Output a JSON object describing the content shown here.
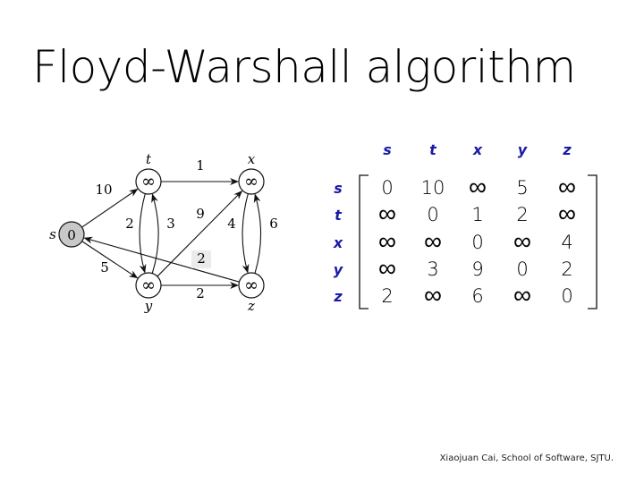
{
  "slide": {
    "title": "Floyd-Warshall algorithm",
    "credit": "Xiaojuan Cai, School of Software, SJTU."
  },
  "graph": {
    "nodes": [
      {
        "id": "s",
        "label": "s",
        "value": "0",
        "shaded": true
      },
      {
        "id": "t",
        "label": "t",
        "value": "∞",
        "shaded": false
      },
      {
        "id": "x",
        "label": "x",
        "value": "∞",
        "shaded": false
      },
      {
        "id": "y",
        "label": "y",
        "value": "∞",
        "shaded": false
      },
      {
        "id": "z",
        "label": "z",
        "value": "∞",
        "shaded": false
      }
    ],
    "edges": [
      {
        "from": "s",
        "to": "t",
        "weight": "10"
      },
      {
        "from": "s",
        "to": "y",
        "weight": "5"
      },
      {
        "from": "t",
        "to": "x",
        "weight": "1"
      },
      {
        "from": "t",
        "to": "y",
        "weight": "2"
      },
      {
        "from": "y",
        "to": "t",
        "weight": "3"
      },
      {
        "from": "y",
        "to": "x",
        "weight": "9"
      },
      {
        "from": "y",
        "to": "z",
        "weight": "2"
      },
      {
        "from": "x",
        "to": "z",
        "weight": "4"
      },
      {
        "from": "z",
        "to": "x",
        "weight": "6"
      },
      {
        "from": "z",
        "to": "s",
        "weight": "2"
      }
    ]
  },
  "matrix": {
    "col_headers": [
      "s",
      "t",
      "x",
      "y",
      "z"
    ],
    "row_headers": [
      "s",
      "t",
      "x",
      "y",
      "z"
    ],
    "rows": [
      [
        "0",
        "10",
        "∞",
        "5",
        "∞"
      ],
      [
        "∞",
        "0",
        "1",
        "2",
        "∞"
      ],
      [
        "∞",
        "∞",
        "0",
        "∞",
        "4"
      ],
      [
        "∞",
        "3",
        "9",
        "0",
        "2"
      ],
      [
        "2",
        "∞",
        "6",
        "∞",
        "0"
      ]
    ],
    "header_color": "#1a1aa8"
  }
}
